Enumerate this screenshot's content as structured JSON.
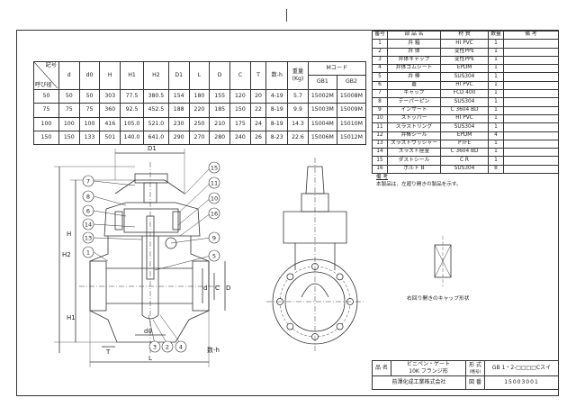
{
  "dim_table": {
    "corner_top": "記号",
    "corner_bottom": "呼び径",
    "headers": [
      "d",
      "d0",
      "H",
      "H1",
      "H2",
      "D1",
      "L",
      "D",
      "C",
      "T",
      "数-h"
    ],
    "weight_header": "重量",
    "weight_unit": "(Kg)",
    "mcode_header": "Mコード",
    "gb1": "GB1",
    "gb2": "GB2",
    "rows": [
      {
        "size": "50",
        "d": "50",
        "d0": "50",
        "H": "303",
        "H1": "77.5",
        "H2": "380.5",
        "D1": "154",
        "L": "180",
        "D": "155",
        "C": "120",
        "T": "20",
        "nh": "4-19",
        "kg": "5.7",
        "gb1": "15002M",
        "gb2": "15008M"
      },
      {
        "size": "75",
        "d": "75",
        "d0": "75",
        "H": "360",
        "H1": "92.5",
        "H2": "452.5",
        "D1": "188",
        "L": "220",
        "D": "185",
        "C": "150",
        "T": "22",
        "nh": "8-19",
        "kg": "9.9",
        "gb1": "15003M",
        "gb2": "15009M"
      },
      {
        "size": "100",
        "d": "100",
        "d0": "100",
        "H": "416",
        "H1": "105.0",
        "H2": "521.0",
        "D1": "230",
        "L": "250",
        "D": "210",
        "C": "175",
        "T": "24",
        "nh": "8-19",
        "kg": "14.3",
        "gb1": "15004M",
        "gb2": "15010M"
      },
      {
        "size": "150",
        "d": "150",
        "d0": "133",
        "H": "501",
        "H1": "140.0",
        "H2": "641.0",
        "D1": "290",
        "L": "270",
        "D": "280",
        "C": "240",
        "T": "26",
        "nh": "8-23",
        "kg": "22.6",
        "gb1": "15006M",
        "gb2": "15012M"
      }
    ]
  },
  "parts_table": {
    "headers": [
      "番号",
      "部 品 名",
      "材 質",
      "数量",
      "備 考"
    ],
    "rows": [
      {
        "no": "1",
        "name": "弁 箱",
        "material": "HI PVC",
        "qty": "1"
      },
      {
        "no": "2",
        "name": "弁 体",
        "material": "変性PPE",
        "qty": "1"
      },
      {
        "no": "3",
        "name": "弁体キャップ",
        "material": "変性PPE",
        "qty": "1"
      },
      {
        "no": "4",
        "name": "弁体ゴムシート",
        "material": "EPDM",
        "qty": "1"
      },
      {
        "no": "5",
        "name": "弁 棒",
        "material": "SUS304",
        "qty": "1"
      },
      {
        "no": "6",
        "name": "蓋",
        "material": "HI PVC",
        "qty": "1"
      },
      {
        "no": "7",
        "name": "キャップ",
        "material": "FCD 400",
        "qty": "1"
      },
      {
        "no": "8",
        "name": "テーパーピン",
        "material": "SUS304",
        "qty": "1"
      },
      {
        "no": "9",
        "name": "インサート",
        "material": "C 3604 BD",
        "qty": "1"
      },
      {
        "no": "10",
        "name": "ストッパー",
        "material": "HI PVC",
        "qty": "1"
      },
      {
        "no": "11",
        "name": "スラストリング",
        "material": "SUS304",
        "qty": "1"
      },
      {
        "no": "12",
        "name": "弁棒シール",
        "material": "EPDM",
        "qty": "4"
      },
      {
        "no": "13",
        "name": "スラストワッシャー",
        "material": "PTFE",
        "qty": "1"
      },
      {
        "no": "14",
        "name": "スラスト座金",
        "material": "C 3604 BD",
        "qty": "1"
      },
      {
        "no": "15",
        "name": "ダストシール",
        "material": "C R",
        "qty": "1"
      },
      {
        "no": "16",
        "name": "ボルト B",
        "material": "SUS304",
        "qty": "8"
      }
    ]
  },
  "notes": {
    "title": "備 考",
    "text": "本製品は、左廻り開きの製品を示す。"
  },
  "cap_caption": "右回り開きのキャップ形状",
  "title_block": {
    "name_label": "品 名",
    "name_line1": "ビニペン・ゲート",
    "name_line2": "10K フランジ形",
    "model_label": "形 式",
    "model_sub": "(略号)",
    "model_value": "GB 1・2-□□□□Cスイ",
    "company": "前澤化成工業株式会社",
    "drawing_label": "図 番",
    "drawing_no": "15003001"
  },
  "drawing_labels": {
    "D1": "D1",
    "H": "H",
    "H2": "H2",
    "H1": "H1",
    "d": "d",
    "C": "C",
    "D": "D",
    "d0": "d0",
    "L": "L",
    "T": "T",
    "nh": "数-h"
  },
  "callouts": [
    "7",
    "8",
    "6",
    "14",
    "13",
    "1",
    "15",
    "11",
    "10",
    "16",
    "9",
    "5",
    "3",
    "2",
    "4"
  ]
}
